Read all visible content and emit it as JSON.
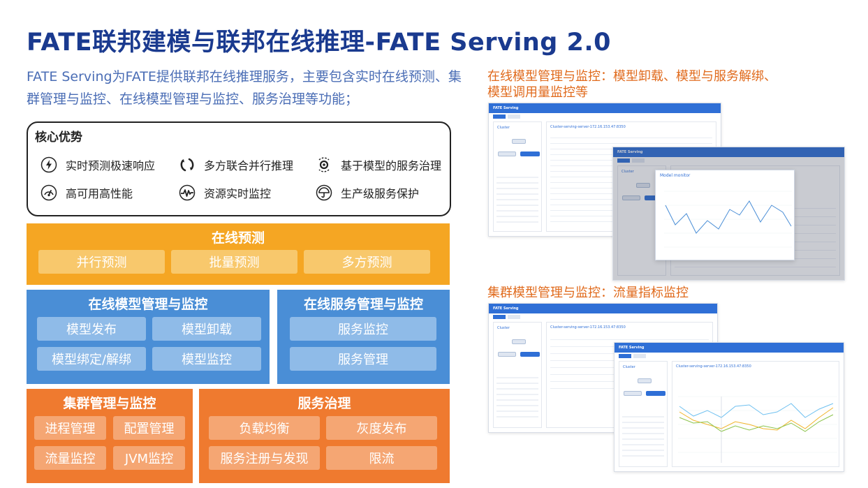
{
  "title": "FATE联邦建模与联邦在线推理-FATE Serving 2.0",
  "subtitle": "FATE Serving为FATE提供联邦在线推理服务，主要包含实时在线预测、集群管理与监控、在线模型管理与监控、服务治理等功能；",
  "advantages": {
    "heading": "核心优势",
    "items": [
      {
        "label": "实时预测极速响应",
        "icon": "lightning-icon"
      },
      {
        "label": "多方联合并行推理",
        "icon": "sync-icon"
      },
      {
        "label": "基于模型的服务治理",
        "icon": "gear-icon"
      },
      {
        "label": "高可用高性能",
        "icon": "speedometer-icon"
      },
      {
        "label": "资源实时监控",
        "icon": "pulse-icon"
      },
      {
        "label": "生产级服务保护",
        "icon": "umbrella-icon"
      }
    ]
  },
  "modules": {
    "online_prediction": {
      "title": "在线预测",
      "items": [
        "并行预测",
        "批量预测",
        "多方预测"
      ]
    },
    "model_management": {
      "title": "在线模型管理与监控",
      "items": [
        "模型发布",
        "模型卸载",
        "模型绑定/解绑",
        "模型监控"
      ]
    },
    "service_management": {
      "title": "在线服务管理与监控",
      "items": [
        "服务监控",
        "服务管理"
      ]
    },
    "cluster_management": {
      "title": "集群管理与监控",
      "items": [
        "进程管理",
        "配置管理",
        "流量监控",
        "JVM监控"
      ]
    },
    "service_governance": {
      "title": "服务治理",
      "items": [
        "负载均衡",
        "灰度发布",
        "服务注册与发现",
        "限流"
      ]
    }
  },
  "captions": {
    "model_monitor_line1": "在线模型管理与监控：模型卸载、模型与服务解绑、",
    "model_monitor_line2": "模型调用量监控等",
    "cluster_monitor": "集群模型管理与监控：流量指标监控"
  },
  "screenshots": {
    "app_name": "FATE Serving",
    "cluster_label": "Cluster",
    "model_monitor_title": "Model monitor",
    "cluster_server": "Cluster-serving-server-172.16.153.47:8350"
  },
  "colors": {
    "title": "#1a3a8f",
    "subtitle": "#4a6db5",
    "online": "#f5a623",
    "model": "#4a8ed6",
    "cluster": "#ef7a2f",
    "caption": "#e06a1c"
  }
}
